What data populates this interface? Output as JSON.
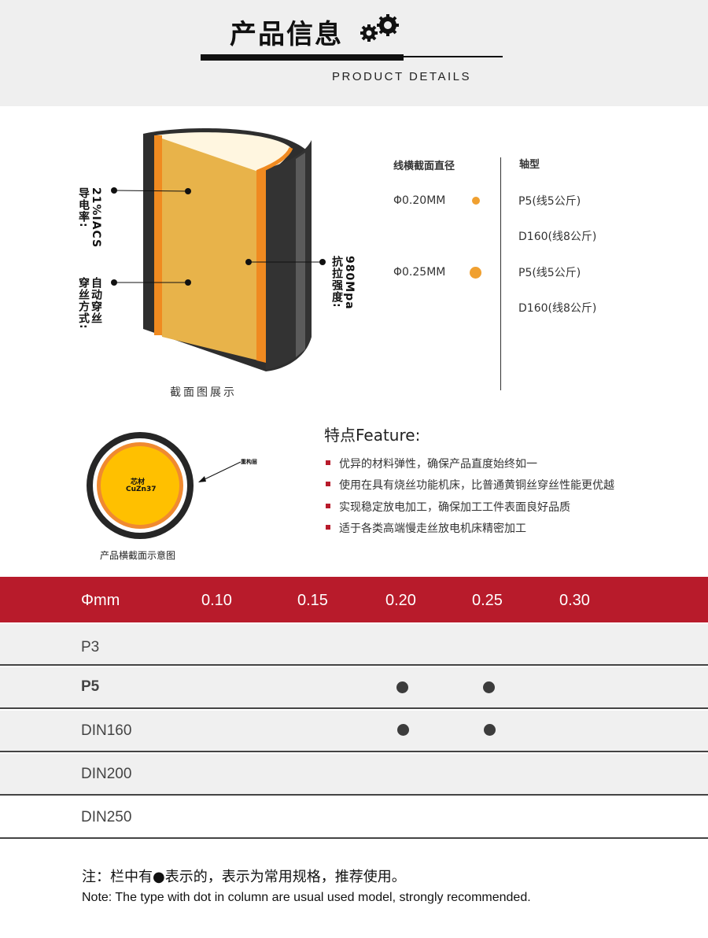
{
  "header": {
    "title": "产品信息",
    "subtitle": "PRODUCT DETAILS"
  },
  "cross_section": {
    "label_conductivity": "21%IACS\n导电率:",
    "label_threading": "自动穿丝\n穿丝方式:",
    "label_tensile": "980Mpa\n抗拉强度:",
    "caption": "截面图展示"
  },
  "spec_list": {
    "col1_header": "线横截面直径",
    "col2_header": "轴型",
    "rows": [
      {
        "diameter": "Φ0.20MM",
        "dot_color": "#f0a030",
        "types": [
          "P5(线5公斤)",
          "D160(线8公斤)"
        ]
      },
      {
        "diameter": "Φ0.25MM",
        "dot_color": "#f0a030",
        "types": [
          "P5(线5公斤)",
          "D160(线8公斤)"
        ]
      }
    ]
  },
  "circle_diagram": {
    "core_label": "芯材",
    "core_material": "CuZn37",
    "layer_label": "重构层",
    "caption": "产品横截面示意图"
  },
  "features": {
    "title": "特点Feature:",
    "items": [
      "优异的材料弹性，确保产品直度始终如一",
      "使用在具有烧丝功能机床，比普通黄铜丝穿丝性能更优越",
      "实现稳定放电加工，确保加工工件表面良好品质",
      "适于各类高端慢走丝放电机床精密加工"
    ]
  },
  "table": {
    "headers": [
      "Φmm",
      "0.10",
      "0.15",
      "0.20",
      "0.25",
      "0.30"
    ],
    "rows": [
      {
        "label": "P3",
        "dots": [
          false,
          false,
          false,
          false,
          false
        ]
      },
      {
        "label": "P5",
        "dots": [
          false,
          false,
          true,
          true,
          false
        ]
      },
      {
        "label": "DIN160",
        "dots": [
          false,
          false,
          true,
          true,
          false
        ]
      },
      {
        "label": "DIN200",
        "dots": [
          false,
          false,
          false,
          false,
          false
        ]
      },
      {
        "label": "DIN250",
        "dots": [
          false,
          false,
          false,
          false,
          false
        ]
      }
    ]
  },
  "notes": {
    "cn": "注：栏中有●表示的，表示为常用规格，推荐使用。",
    "en": "Note: The type with dot in column are usual used model, strongly recommended."
  },
  "colors": {
    "accent_red": "#b81b2b",
    "core_yellow": "#ffc000",
    "layer_orange": "#f0a030"
  }
}
